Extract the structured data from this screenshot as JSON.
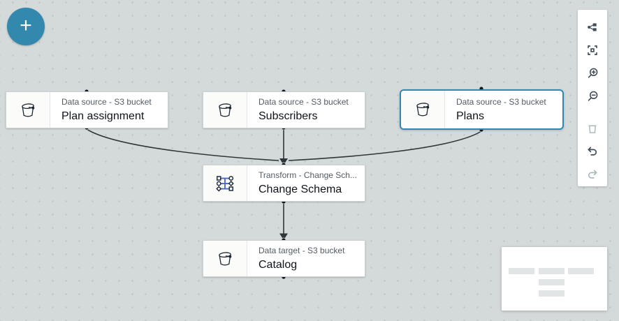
{
  "canvas": {
    "add_button_label": "+",
    "nodes": [
      {
        "type_label": "Data source - S3 bucket",
        "name": "Plan assignment",
        "icon": "s3-bucket-icon",
        "selected": false
      },
      {
        "type_label": "Data source - S3 bucket",
        "name": "Subscribers",
        "icon": "s3-bucket-icon",
        "selected": false
      },
      {
        "type_label": "Data source - S3 bucket",
        "name": "Plans",
        "icon": "s3-bucket-icon",
        "selected": true
      },
      {
        "type_label": "Transform - Change Sch...",
        "name": "Change Schema",
        "icon": "change-schema-icon",
        "selected": false
      },
      {
        "type_label": "Data target - S3 bucket",
        "name": "Catalog",
        "icon": "s3-bucket-icon",
        "selected": false
      }
    ],
    "edges": [
      {
        "from": "Plan assignment",
        "to": "Change Schema"
      },
      {
        "from": "Subscribers",
        "to": "Change Schema"
      },
      {
        "from": "Plans",
        "to": "Change Schema"
      },
      {
        "from": "Change Schema",
        "to": "Catalog"
      }
    ]
  },
  "toolbar": {
    "items": [
      {
        "name": "layout-graph",
        "enabled": true
      },
      {
        "name": "fit-to-screen",
        "enabled": true
      },
      {
        "name": "zoom-in",
        "enabled": true
      },
      {
        "name": "zoom-out",
        "enabled": true
      },
      {
        "name": "delete",
        "enabled": false
      },
      {
        "name": "undo",
        "enabled": true
      },
      {
        "name": "redo",
        "enabled": false
      }
    ]
  },
  "minimap": {
    "node_bars": 5
  },
  "colors": {
    "canvas_background": "#d4d9d9",
    "grid_dot": "#bcc4c4",
    "accent_blue": "#3388ae",
    "selection_border": "#3187b0",
    "toolbar_icon": "#414d5c",
    "toolbar_icon_disabled": "#aeb9be",
    "schema_icon_blue": "#4a69c8",
    "edge": "#30353a"
  }
}
